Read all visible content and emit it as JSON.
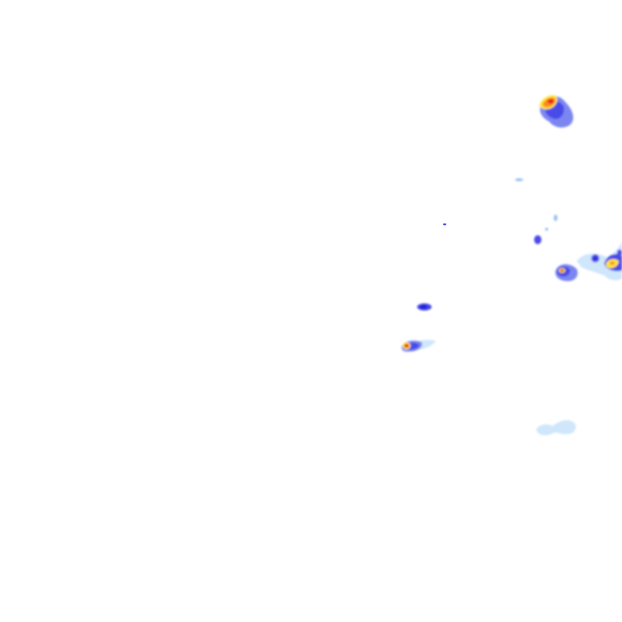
{
  "map": {
    "type": "precipitation-radar-overlay",
    "background_color": "#ffffff",
    "intensity_colors": {
      "very_light": "#cfe6fb",
      "light": "#9cc6f5",
      "moderate_light": "#7b86f2",
      "moderate": "#4a4ce8",
      "heavy": "#2020d8",
      "very_heavy": "#ffe23a",
      "intense": "#ff8a1a",
      "extreme": "#e8261e"
    },
    "cells": [
      {
        "id": "cell-northeast",
        "peak_intensity": "extreme"
      },
      {
        "id": "cell-small-speck-1",
        "peak_intensity": "light"
      },
      {
        "id": "cell-small-speck-2",
        "peak_intensity": "moderate"
      },
      {
        "id": "cell-east-cluster",
        "peak_intensity": "extreme"
      },
      {
        "id": "cell-central-small",
        "peak_intensity": "heavy"
      },
      {
        "id": "cell-central-west",
        "peak_intensity": "extreme"
      },
      {
        "id": "cell-southeast-light",
        "peak_intensity": "very_light"
      }
    ]
  }
}
